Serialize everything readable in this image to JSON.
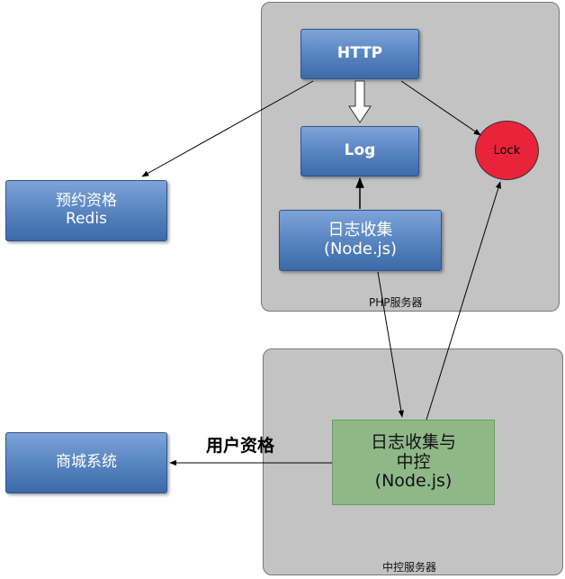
{
  "servers": {
    "php": {
      "label": "PHP服务器"
    },
    "central": {
      "label": "中控服务器"
    }
  },
  "nodes": {
    "http": {
      "label": "HTTP"
    },
    "log": {
      "label": "Log"
    },
    "lock": {
      "label": "Lock"
    },
    "collector": {
      "line1": "日志收集",
      "line2": "(Node.js)"
    },
    "redis": {
      "line1": "预约资格",
      "line2": "Redis"
    },
    "central_collector": {
      "line1": "日志收集与",
      "line2": "中控",
      "line3": "(Node.js)"
    },
    "mall": {
      "label": "商城系统"
    }
  },
  "edges": {
    "user_qualification": {
      "label": "用户资格"
    }
  },
  "colors": {
    "server_bg": "#c3c3c3",
    "node_blue": "#5c88c4",
    "node_green": "#8fb887",
    "lock_red": "#e8233a"
  }
}
